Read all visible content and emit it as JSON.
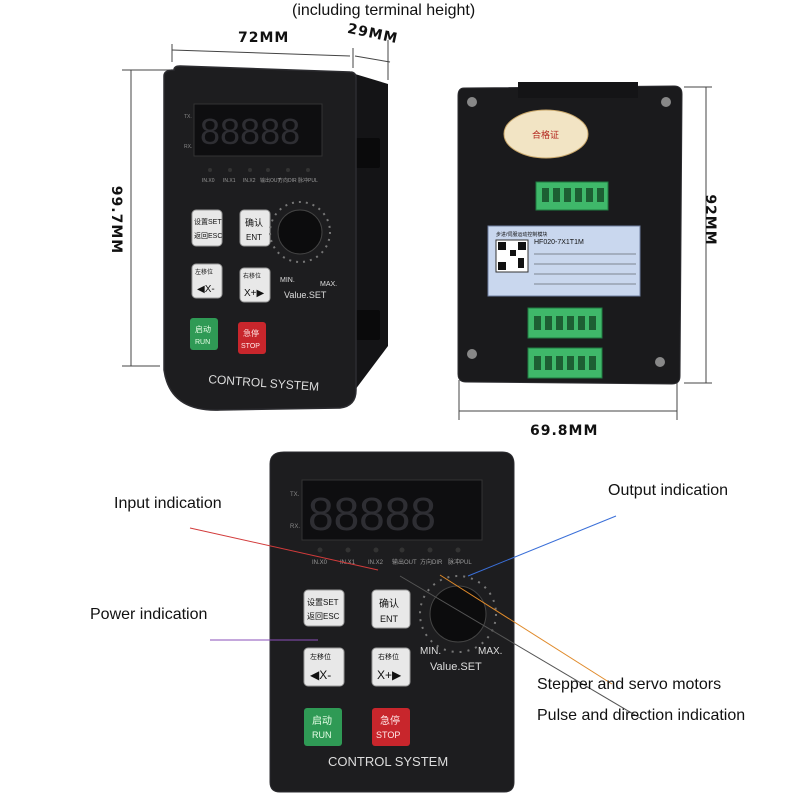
{
  "top_caption": "(including terminal height)",
  "dimensions": {
    "width_front": "72MM",
    "depth": "29MM",
    "height_front": "99.7MM",
    "height_back": "92MM",
    "width_back": "69.8MM"
  },
  "device": {
    "tx_label": "TX.",
    "rx_label": "RX.",
    "display_digits": "88888",
    "indicators": [
      "IN.X0",
      "IN.X1",
      "IN.X2",
      "输出OUT",
      "方向DIR",
      "脉冲PUL"
    ],
    "buttons": {
      "set_cn": "设置SET",
      "esc_cn": "返回ESC",
      "ent_cn": "确认",
      "ent_en": "ENT",
      "left_cn": "左移位",
      "left_en": "◀X-",
      "right_cn": "右移位",
      "right_en": "X+▶",
      "run_cn": "启动",
      "run_en": "RUN",
      "stop_cn": "急停",
      "stop_en": "STOP"
    },
    "knob": {
      "min": "MIN.",
      "max": "MAX.",
      "label": "Value.SET"
    },
    "brand": "CONTROL SYSTEM"
  },
  "back_label": {
    "cert": "合格证",
    "model": "HF020-7X1T1M",
    "name": "步进/伺服运动控制模块"
  },
  "annotations": {
    "input": "Input indication",
    "output": "Output indication",
    "power": "Power indication",
    "stepper": "Stepper and servo motors",
    "pulse": "Pulse and direction indication"
  },
  "colors": {
    "device_body": "#1d1d1f",
    "display_bg": "#0e0e10",
    "digit_color": "#2a2a2e",
    "terminal_green": "#3fb86a",
    "run_green": "#2f9a55",
    "stop_red": "#c8262c",
    "label_blue": "#c9d7ee"
  }
}
